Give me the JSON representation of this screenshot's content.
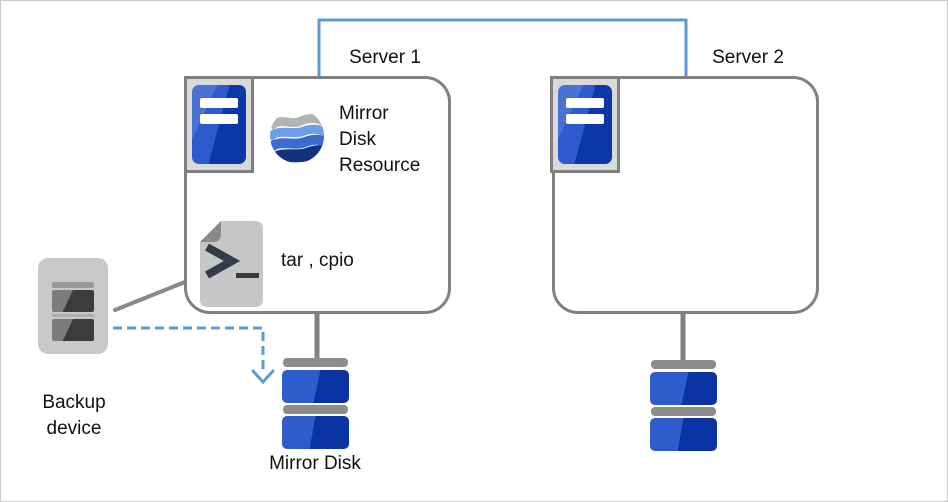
{
  "labels": {
    "server1": "Server 1",
    "server2": "Server 2",
    "mirror_disk_resource": "Mirror\nDisk\nResource",
    "tar_cpio": "tar , cpio",
    "backup_device": "Backup\ndevice",
    "mirror_disk": "Mirror Disk"
  },
  "icons": {
    "server_tower": "server-tower-icon",
    "mirror_disk_resource": "wave-sphere-icon",
    "script_file": "shell-script-file-icon",
    "backup_device": "tape-backup-device-icon",
    "mirror_disk": "disk-stack-icon"
  },
  "colors": {
    "link_blue": "#5b9bd5",
    "box_border_gray": "#808080",
    "connector_gray": "#8a8a8a",
    "disk_blue_light": "#2e5ccc",
    "disk_blue_dark": "#0a34a2",
    "server_icon_blue": "#2d5bce",
    "server_icon_blue_dark": "#0b38a4",
    "server_icon_frame_fill": "#d9d9d9",
    "device_gray": "#c8c8c8",
    "sphere_gray": "#b3b3b3",
    "sphere_blue_light": "#6d9eeb",
    "sphere_blue_mid": "#3b6bd0",
    "sphere_blue_dark": "#12327e"
  }
}
